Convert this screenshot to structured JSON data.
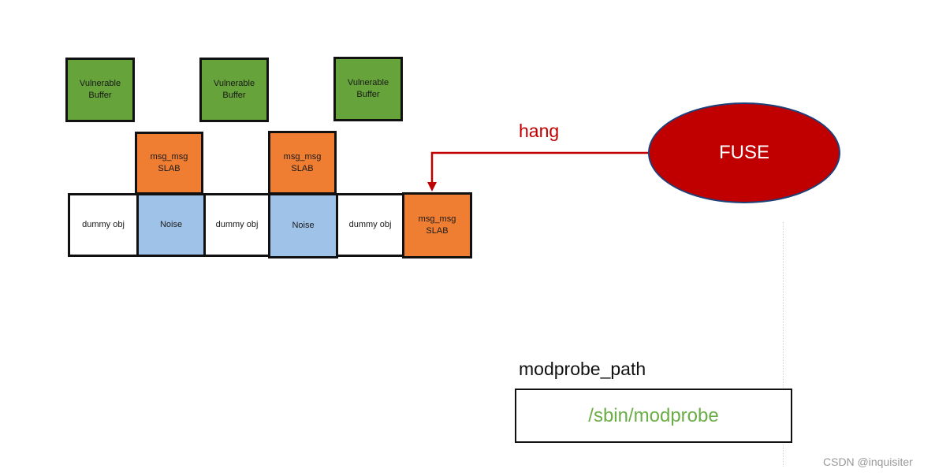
{
  "top_row": [
    {
      "line1": "Vulnerable",
      "line2": "Buffer"
    },
    {
      "line1": "Vulnerable",
      "line2": "Buffer"
    },
    {
      "line1": "Vulnerable",
      "line2": "Buffer"
    }
  ],
  "middle_row": [
    {
      "line1": "msg_msg",
      "line2": "SLAB"
    },
    {
      "line1": "msg_msg",
      "line2": "SLAB"
    }
  ],
  "bottom_row": [
    {
      "label": "dummy obj"
    },
    {
      "label": "Noise"
    },
    {
      "label": "dummy obj"
    },
    {
      "label": "Noise"
    },
    {
      "label": "dummy obj"
    },
    {
      "line1": "msg_msg",
      "line2": "SLAB"
    }
  ],
  "fuse_label": "FUSE",
  "hang_label": "hang",
  "modprobe": {
    "title": "modprobe_path",
    "value": "/sbin/modprobe"
  },
  "watermark": "CSDN @inquisiter",
  "colors": {
    "vulnerable_buffer": "#66a33a",
    "msg_msg_slab": "#ef7e32",
    "noise": "#9fc3e8",
    "fuse": "#c00000",
    "arrow": "#c00000",
    "modprobe_value": "#6aad46"
  }
}
